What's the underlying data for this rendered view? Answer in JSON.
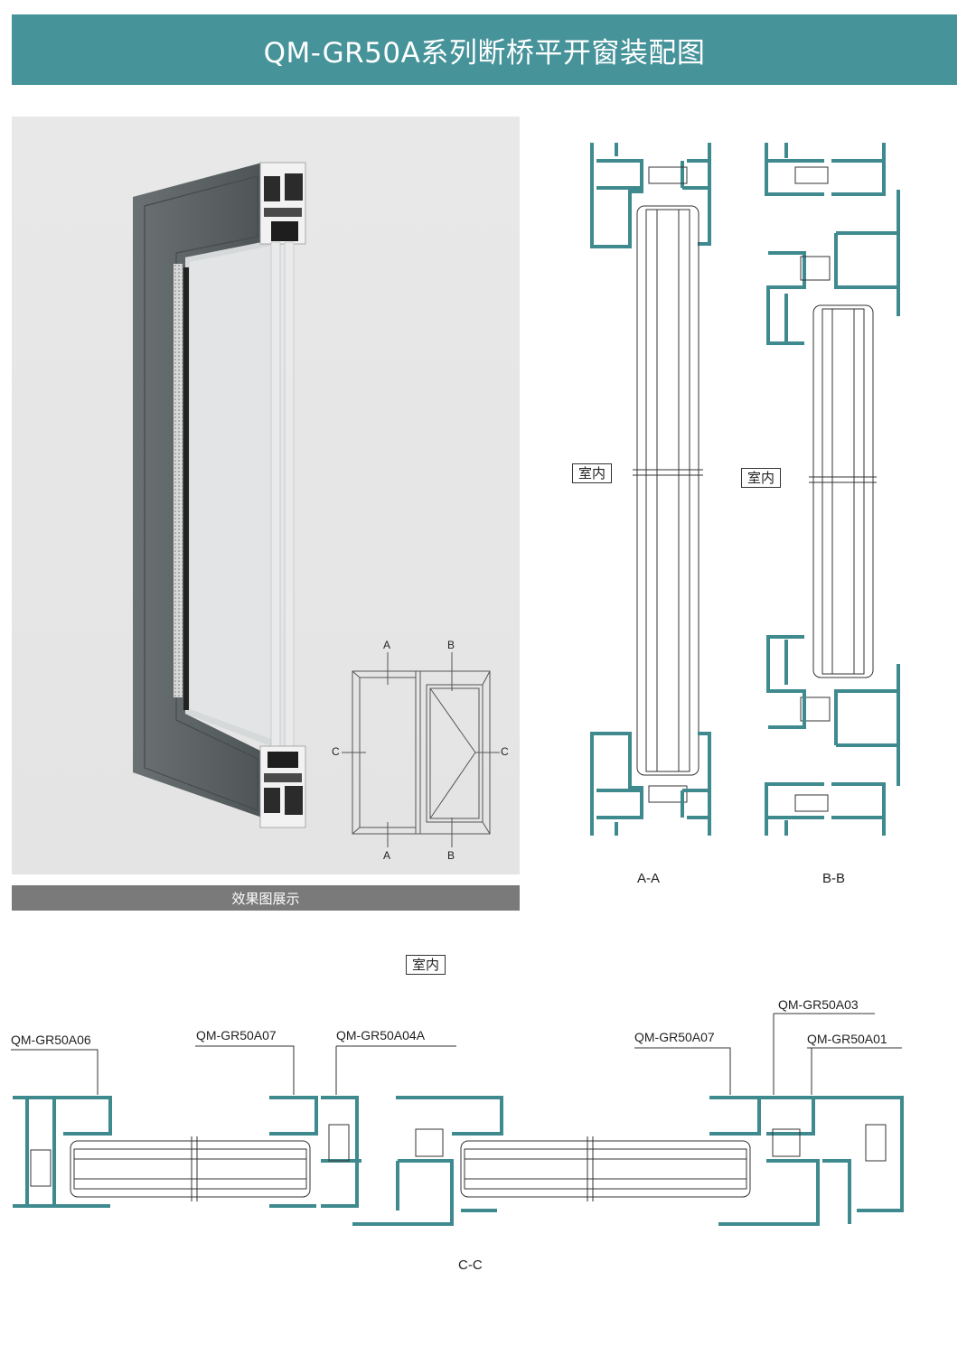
{
  "header": {
    "title": "QM-GR50A系列断桥平开窗装配图",
    "bg_color": "#46939a"
  },
  "photo": {
    "caption": "效果图展示"
  },
  "key_diagram": {
    "labels": {
      "a_top": "A",
      "b_top": "B",
      "c_left": "C",
      "c_right": "C",
      "a_bottom": "A",
      "b_bottom": "B"
    }
  },
  "section_aa": {
    "indoor_label": "室内",
    "title": "A-A"
  },
  "section_bb": {
    "indoor_label": "室内",
    "title": "B-B"
  },
  "section_cc": {
    "indoor_label": "室内",
    "title": "C-C",
    "parts": [
      "QM-GR50A06",
      "QM-GR50A07",
      "QM-GR50A04A",
      "QM-GR50A07",
      "QM-GR50A03",
      "QM-GR50A01"
    ]
  },
  "colors": {
    "profile": "#3f8a8e",
    "line": "#333333",
    "frame_photo": "#5f6668"
  }
}
